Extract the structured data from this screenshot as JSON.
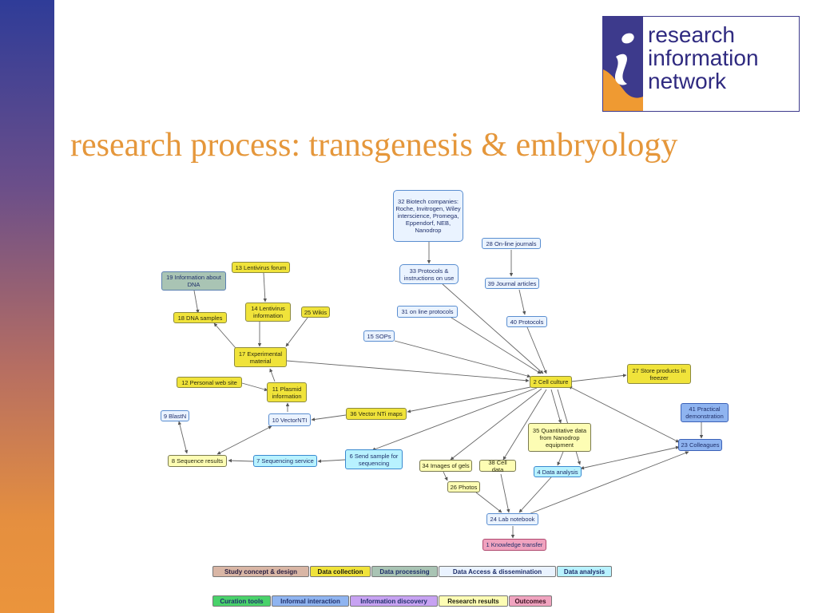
{
  "logo": {
    "line1": "research",
    "line2": "information",
    "line3": "network"
  },
  "slide_title": "research process: transgenesis & embryology",
  "nodes": {
    "n32": "32 Biotech companies: Roche, Invitrogen, Wiley interscience, Promega, Eppendorf, NEB, Nanodrop",
    "n28": "28 On-line journals",
    "n13": "13 Lentivirus forum",
    "n19": "19 Information about DNA",
    "n33": "33 Protocols & instructions on use",
    "n39": "39 Journal articles",
    "n14": "14 Lentivirus information",
    "n25": "25 Wikis",
    "n18": "18 DNA samples",
    "n31": "31 on line protocols",
    "n40": "40 Protocols",
    "n15": "15 SOPs",
    "n17": "17 Experimental material",
    "n2": "2 Cell culture",
    "n27": "27 Store products in freezer",
    "n12": "12 Personal web site",
    "n11": "11 Plasmid information",
    "n9": "9 BlastN",
    "n41": "41 Practical demonstration",
    "n10": "10 VectorNTI",
    "n36": "36 Vector NTi maps",
    "n35": "35 Quantitative data from Nanodrop equipment",
    "n23": "23 Colleagues",
    "n6": "6 Send sample for sequencing",
    "n8": "8 Sequence results",
    "n7": "7 Sequencing service",
    "n34": "34 Images of gels",
    "n38": "38 Cell data",
    "n4": "4 Data analysis",
    "n26": "26 Photos",
    "n24": "24 Lab notebook",
    "n1": "1 Knowledge transfer"
  },
  "legend": {
    "study": "Study concept & design",
    "collection": "Data collection",
    "processing": "Data processing",
    "access": "Data Access & dissemination",
    "analysis": "Data analysis",
    "curation": "Curation tools",
    "informal": "Informal interaction",
    "discovery": "Information discovery",
    "results": "Research results",
    "outcomes": "Outcomes"
  },
  "colors": {
    "title": "#e5973b",
    "logo_blue": "#2f2a80",
    "logo_orange": "#ef9a32",
    "data_collection": "#f0e33a",
    "data_access": "#eaf3ff",
    "data_analysis": "#b8f2ff",
    "data_processing": "#a9c4b4",
    "research_results": "#fdfdb4",
    "informal_interaction": "#8fb4f0",
    "outcomes": "#f0a3bf",
    "study_concept": "#d9b6a5",
    "curation_tools": "#49d26a",
    "information_discovery": "#c7a2f2"
  }
}
